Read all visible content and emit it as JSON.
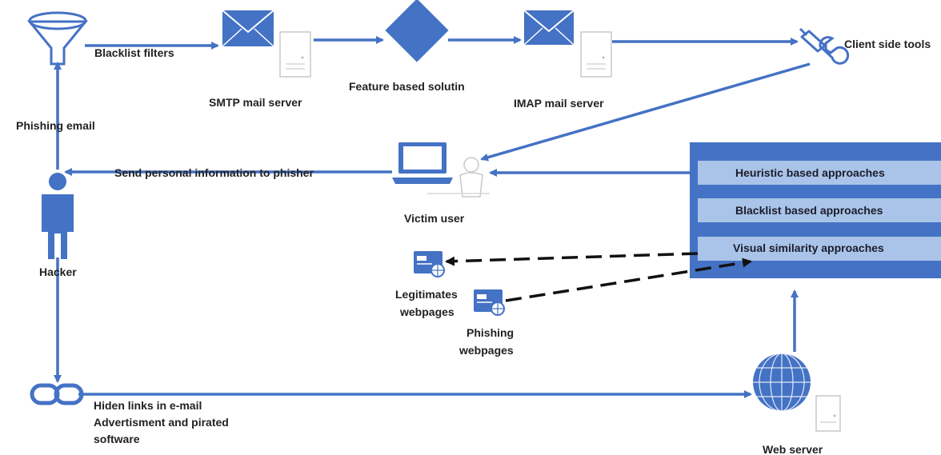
{
  "colors": {
    "primary": "#4472c4",
    "panel_fill": "#4472c4",
    "panel_row_fill": "#a9c4e8",
    "server_outline": "#c8c8c8",
    "dashed_arrow": "#111111"
  },
  "nodes": {
    "blacklist_filters": {
      "label": "Blacklist filters",
      "icon": "funnel-icon"
    },
    "smtp_server": {
      "label": "SMTP mail server",
      "icon": "envelope-icon"
    },
    "feature_solution": {
      "label": "Feature based solutin",
      "icon": "diamond-icon"
    },
    "imap_server": {
      "label": "IMAP mail server",
      "icon": "envelope-icon"
    },
    "client_tools": {
      "label": "Client side tools",
      "icon": "wrench-icon"
    },
    "victim": {
      "label": "Victim user",
      "icon": "laptop-icon"
    },
    "hacker": {
      "label": "Hacker",
      "icon": "person-icon"
    },
    "legit_pages": {
      "label_line1": "Legitimates",
      "label_line2": "webpages",
      "icon": "webpage-icon"
    },
    "phish_pages": {
      "label_line1": "Phishing",
      "label_line2": "webpages",
      "icon": "webpage-icon"
    },
    "web_server": {
      "label": "Web server",
      "icon": "globe-icon"
    },
    "hidden_links": {
      "icon": "link-icon"
    }
  },
  "edges": {
    "phishing_email": "Phishing email",
    "send_info": "Send personal information to phisher",
    "hidden_links_line1": "Hiden links in e-mail",
    "hidden_links_line2": "Advertisment and pirated",
    "hidden_links_line3": "software"
  },
  "approaches_panel": {
    "rows": [
      "Heuristic based approaches",
      "Blacklist based approaches",
      "Visual similarity approaches"
    ]
  }
}
